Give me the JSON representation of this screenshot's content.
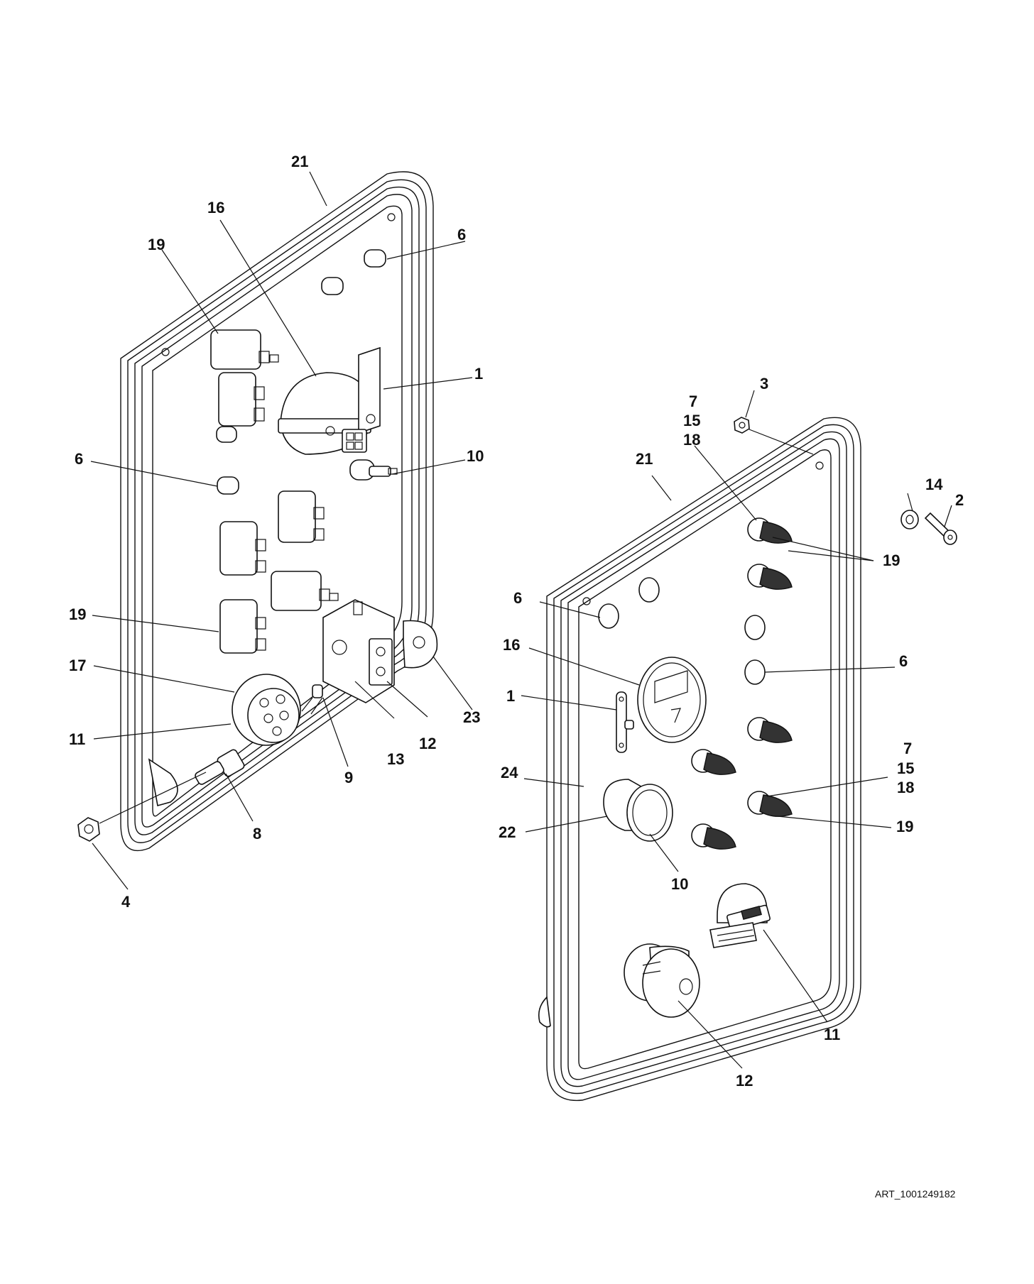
{
  "diagram": {
    "art_code": "ART_1001249182",
    "left_panel_callouts": [
      "21",
      "16",
      "19",
      "6",
      "1",
      "10",
      "6",
      "19",
      "17",
      "11",
      "9",
      "13",
      "12",
      "23",
      "8",
      "4"
    ],
    "right_panel_callouts": [
      "3",
      "7",
      "15",
      "18",
      "21",
      "14",
      "2",
      "19",
      "6",
      "16",
      "6",
      "1",
      "24",
      "7",
      "15",
      "18",
      "19",
      "22",
      "10",
      "11",
      "12"
    ]
  },
  "colors": {
    "line": "#111111",
    "background": "#ffffff"
  }
}
